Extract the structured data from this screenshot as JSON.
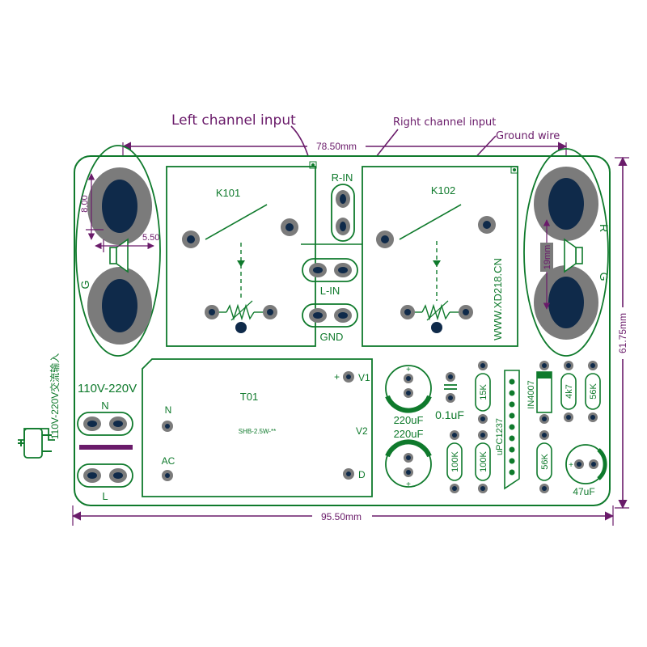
{
  "annotations": {
    "left_channel_input": "Left channel input",
    "right_channel_input": "Right channel input",
    "ground_wire": "Ground wire"
  },
  "dimensions": {
    "top_width": "78.50mm",
    "bottom_width": "95.50mm",
    "right_height": "61.75mm",
    "hole_height": "8.00",
    "hole_offset": "5.50",
    "speaker_spacing": "19mm"
  },
  "board": {
    "relay_left": "K101",
    "relay_right": "K102",
    "r_in": "R-IN",
    "l_in": "L-IN",
    "gnd": "GND",
    "website": "WWW.XD218.CN",
    "g_left": "G",
    "g_right": "G",
    "r_right": "R",
    "voltage": "110V-220V",
    "n_left": "N",
    "l_left": "L",
    "transformer": "T01",
    "transformer_n": "N",
    "ac": "AC",
    "v1": "V1",
    "v2": "V2",
    "d": "D",
    "plus": "+",
    "transformer_marking": "SHB-2.5W-**",
    "cap_top": "220uF",
    "cap_bottom": "220uF",
    "cap_small": "0.1uF",
    "res_15k": "15K",
    "res_100k_a": "100K",
    "res_100k_b": "100K",
    "ic": "uPC1237",
    "diode": "IN4007",
    "res_4k7": "4k7",
    "res_56k_a": "56K",
    "res_56k_b": "56K",
    "cap_47": "47uF",
    "cap_plus": "+",
    "ac_input_label": "110V-220V交流输入"
  },
  "colors": {
    "pcb_green": "#0f7a2c",
    "dimension_purple": "#6a1b6a",
    "pad_grey": "#7b7b7b",
    "pad_navy": "#0f2a4a"
  }
}
